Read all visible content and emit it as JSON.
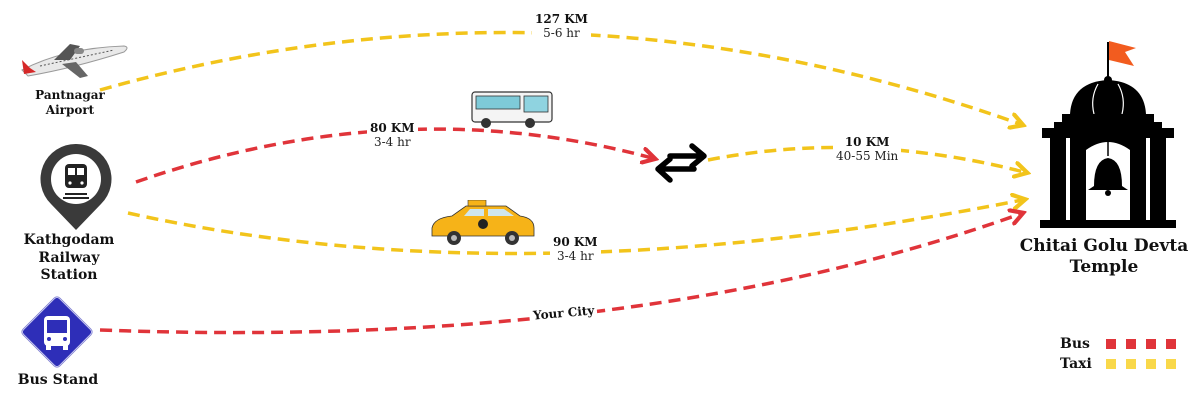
{
  "colors": {
    "bus": "#e0343a",
    "taxi": "#f2c41b",
    "ink": "#111111",
    "bus_sign": "#2e2eb8",
    "flag": "#f25c1f"
  },
  "sources": [
    {
      "id": "airport",
      "label_line1": "Pantnagar",
      "label_line2": "Airport",
      "icon": "airplane-icon"
    },
    {
      "id": "railway",
      "label_line1": "Kathgodam Railway",
      "label_line2": "Station",
      "icon": "train-pin-icon"
    },
    {
      "id": "busstand",
      "label_line1": "Bus Stand",
      "icon": "bus-sign-icon"
    }
  ],
  "destination": {
    "label_line1": "Chitai Golu Devta",
    "label_line2": "Temple",
    "icon": "temple-icon"
  },
  "routes": [
    {
      "id": "airport-temple",
      "mode": "taxi",
      "distance": "127 KM",
      "time": "5-6 hr"
    },
    {
      "id": "railway-interchange",
      "mode": "bus",
      "distance": "80 KM",
      "time": "3-4 hr",
      "vehicle_icon": "bus-icon"
    },
    {
      "id": "interchange-temple",
      "mode": "taxi",
      "distance": "10 KM",
      "time": "40-55 Min"
    },
    {
      "id": "railway-temple",
      "mode": "taxi",
      "distance": "90 KM",
      "time": "3-4 hr",
      "vehicle_icon": "taxi-icon"
    },
    {
      "id": "busstand-temple",
      "mode": "bus",
      "label": "Your City"
    }
  ],
  "interchange_icon": "exchange-arrows-icon",
  "legend": [
    {
      "label": "Bus",
      "color": "#e0343a"
    },
    {
      "label": "Taxi",
      "color": "#f9d84a"
    }
  ]
}
